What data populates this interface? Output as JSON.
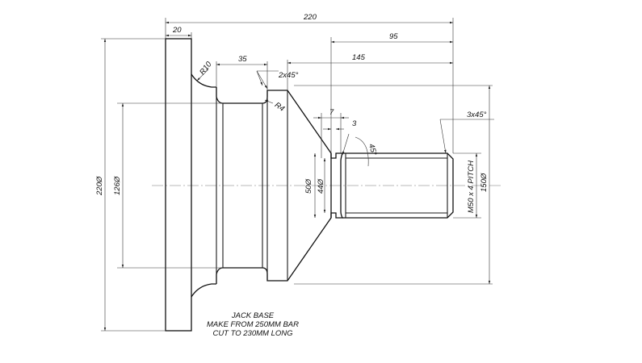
{
  "dimensions": {
    "overall_length": "220",
    "flange_thickness": "20",
    "spigot_length": "95",
    "cone_to_end": "145",
    "groove_width": "35",
    "chamfer_cone": "2x45°",
    "fillet_flange": "R10",
    "fillet_groove": "R4",
    "undercut_width": "7",
    "undercut_depth": "3",
    "undercut_angle": "45°",
    "end_chamfer": "3x45°",
    "flange_dia": "220Ø",
    "groove_dia": "126Ø",
    "spigot_dia": "50Ø",
    "undercut_dia": "44Ø",
    "thread": "M50 x 4 PITCH",
    "body_dia": "150Ø"
  },
  "notes": {
    "line1": "JACK BASE",
    "line2": "MAKE FROM 250MM BAR",
    "line3": "CUT TO 230MM LONG"
  }
}
